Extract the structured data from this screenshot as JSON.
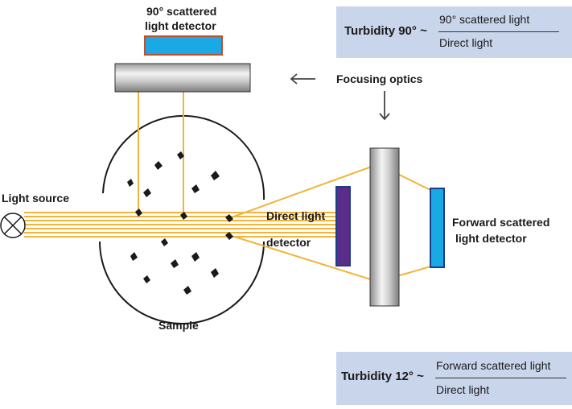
{
  "labels": {
    "scattered90_line1": "90° scattered",
    "scattered90_line2": "light detector",
    "focusing_optics": "Focusing optics",
    "light_source": "Light source",
    "direct_light_line1": "Direct light",
    "direct_light_line2": "detector",
    "forward_line1": "Forward scattered",
    "forward_line2": "light detector",
    "sample": "Sample"
  },
  "formula90": {
    "lead": "Turbidity 90° ~",
    "numerator": "90° scattered light",
    "denominator": "Direct light"
  },
  "formula12": {
    "lead": "Turbidity 12° ~",
    "numerator": "Forward scattered light",
    "denominator": "Direct light"
  },
  "colors": {
    "light_beam": "#f0b43c",
    "detector_blue": "#1ba9e6",
    "detector_purple": "#5b2c8a",
    "detector_border": "#1a3f8a",
    "detector90_border": "#c0502a",
    "formula_box": "#c9d5ea"
  },
  "icons": {
    "light_source": "circle-x-lamp-icon",
    "arrow_left": "arrow-left-icon",
    "arrow_down": "arrow-down-icon"
  }
}
